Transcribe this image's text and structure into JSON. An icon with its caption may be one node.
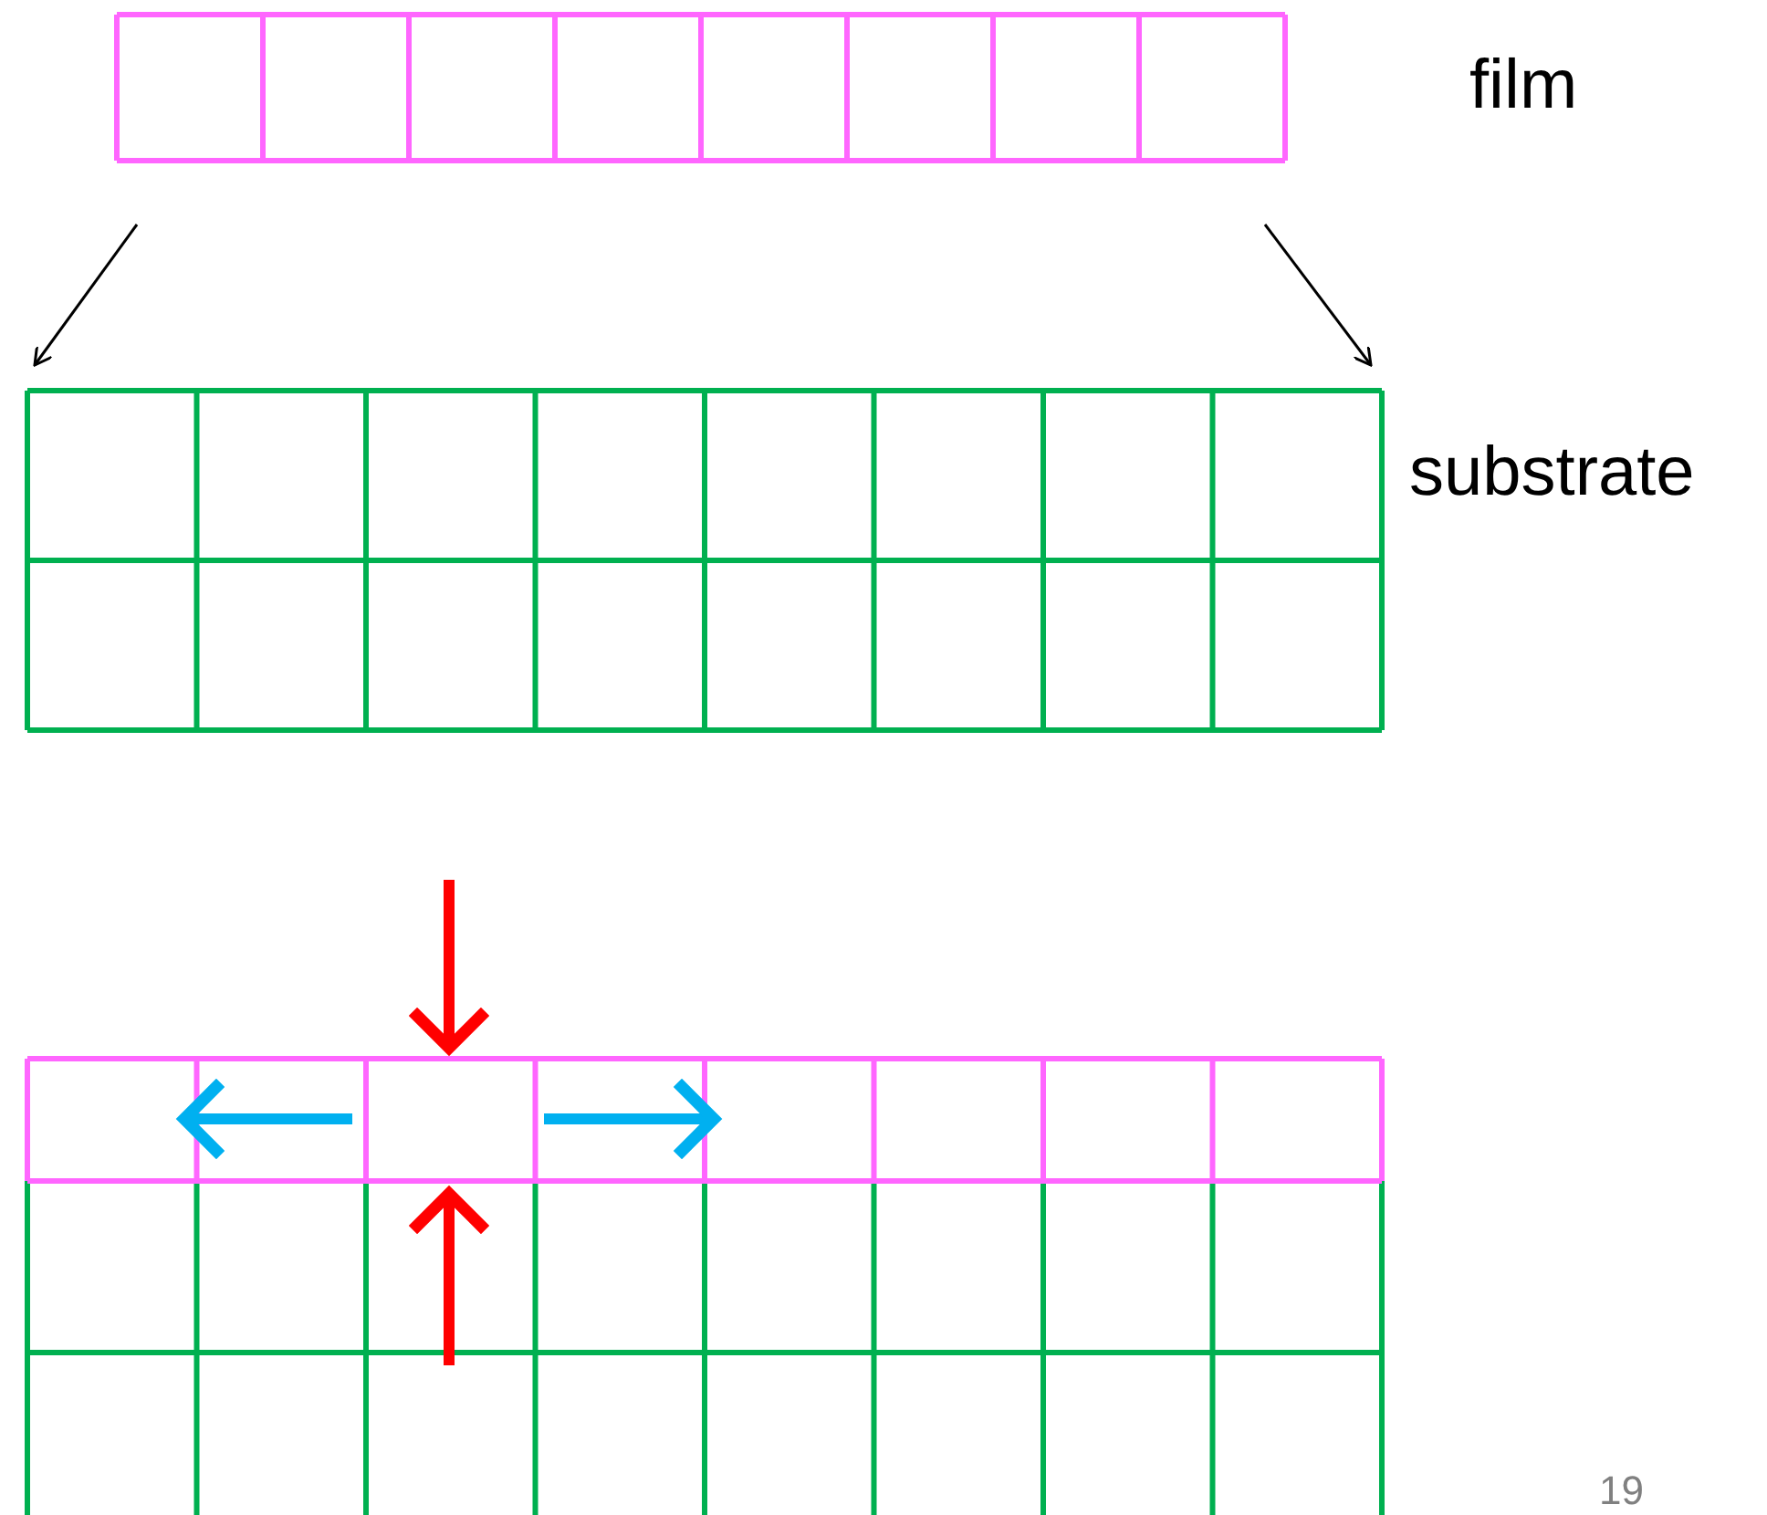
{
  "diagram": {
    "labels": [
      "film",
      "substrate",
      "19"
    ]
  }
}
